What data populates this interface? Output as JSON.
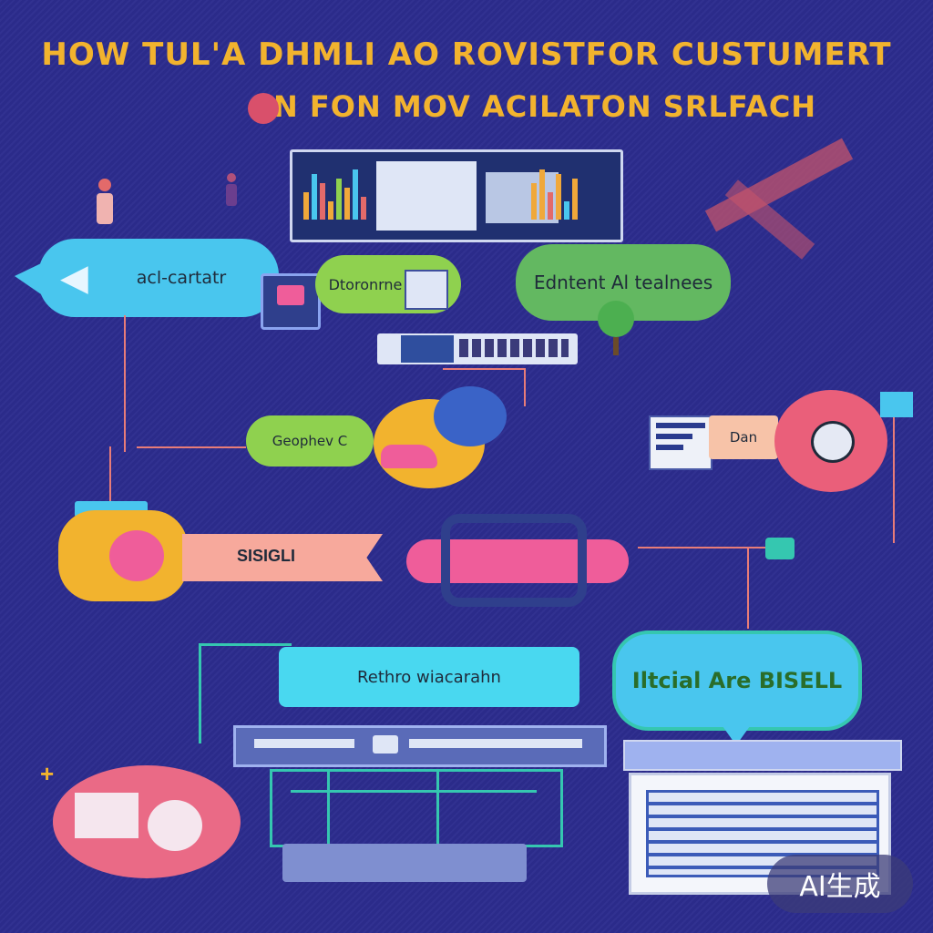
{
  "header": {
    "title_line1": "HOW TUL'A DHMLI AO ROVISTFOR CUSTUMERT",
    "title_line2": "N FON MOV ACILATON   SRLFACH"
  },
  "nodes": {
    "n1": "acl-cartatr",
    "n2": "Dtoronrne",
    "n3": "Edntent Al tealnees",
    "n4": "Geophev C",
    "n5": "Dan",
    "n6": "SISIGLI",
    "n7": "Rethro wiacarahn",
    "n8": "Iltcial Are BISELL"
  },
  "watermark": "AI生成",
  "colors": {
    "background": "#2c2c8e",
    "title": "#f2b32e",
    "cyan": "#49c6ee",
    "green": "#63b861",
    "lime": "#8fd14f",
    "orange": "#f0a83a",
    "pink": "#ef5d9a",
    "coral": "#e87c78"
  }
}
